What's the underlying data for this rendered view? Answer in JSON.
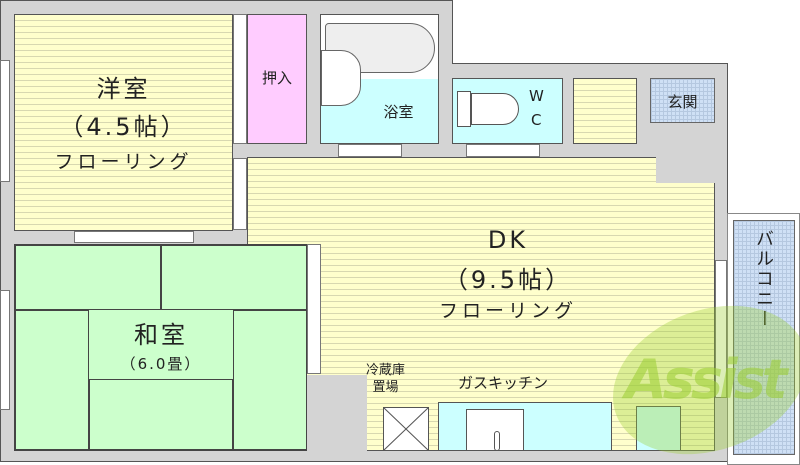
{
  "rooms": {
    "western": {
      "name": "洋室",
      "size": "（4.5帖）",
      "floor": "フローリング"
    },
    "closet": {
      "name": "押入"
    },
    "bath": {
      "name": "浴室"
    },
    "wc": {
      "name_w": "W",
      "name_c": "C"
    },
    "entrance": {
      "name": "玄関"
    },
    "dk": {
      "name": "DK",
      "size": "（9.5帖）",
      "floor": "フローリング"
    },
    "japanese": {
      "name": "和室",
      "size": "（6.0畳）"
    },
    "balcony": {
      "name": "バルコニー"
    },
    "fridge": {
      "line1": "冷蔵庫",
      "line2": "置場"
    },
    "kitchen": {
      "name": "ガスキッチン"
    }
  },
  "watermark": "Assist",
  "colors": {
    "flooring": "#ffffcc",
    "closet": "#ffccff",
    "wet": "#ccffff",
    "tatami": "#ccffcc",
    "grid": "#cfe0f5",
    "watermark": "#9acd32"
  }
}
